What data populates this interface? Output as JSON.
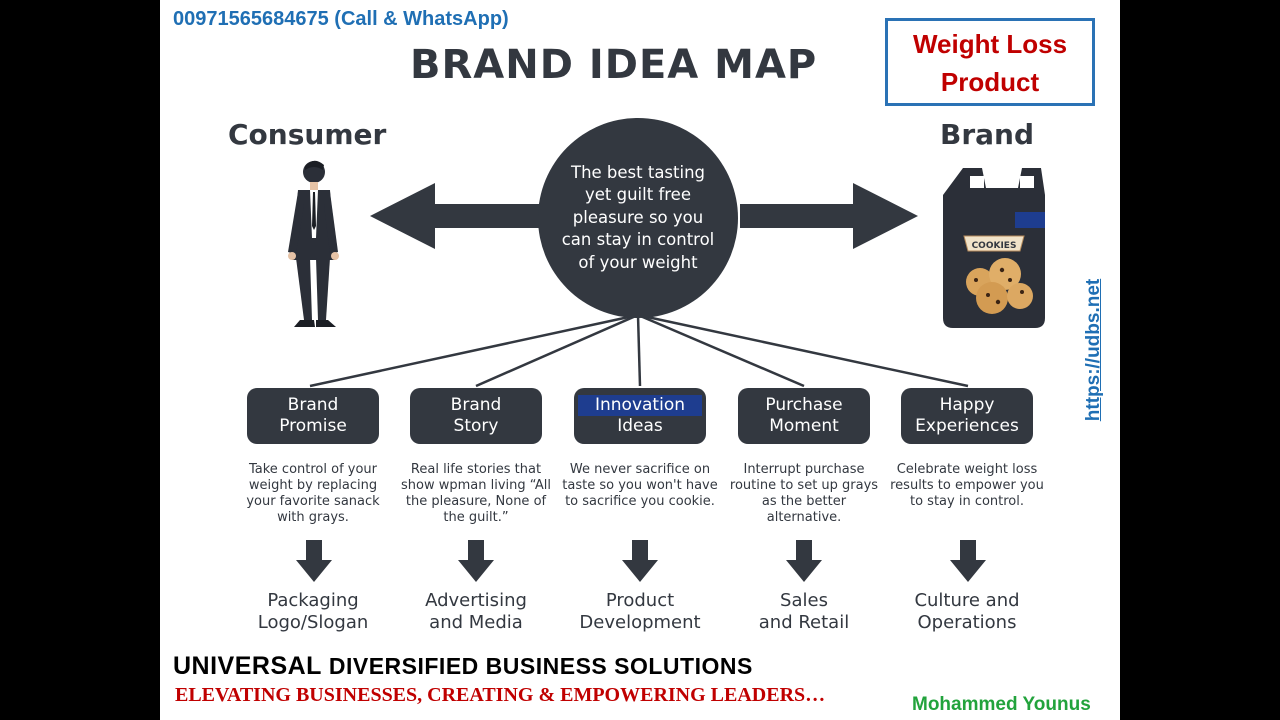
{
  "header": {
    "phone": "00971565684675 (Call & WhatsApp)",
    "title": "BRAND IDEA MAP",
    "product_box": [
      "Weight Loss",
      "Product"
    ]
  },
  "map": {
    "left_label": "Consumer",
    "right_label": "Brand",
    "bag_label": "COOKIES",
    "center_text": "The best tasting yet guilt free pleasure so you can stay in control of your weight",
    "pillars": [
      {
        "title": [
          "Brand",
          "Promise"
        ],
        "description": "Take control of your weight by replacing your favorite sanack with grays.",
        "outcome": [
          "Packaging",
          "Logo/Slogan"
        ]
      },
      {
        "title": [
          "Brand",
          "Story"
        ],
        "description": "Real life stories that show wpman living “All the pleasure, None of the guilt.”",
        "outcome": [
          "Advertising",
          "and Media"
        ]
      },
      {
        "title": [
          "Innovation",
          "Ideas"
        ],
        "description": "We never sacrifice on taste so you won't have to sacrifice you cookie.",
        "outcome": [
          "Product",
          "Development"
        ]
      },
      {
        "title": [
          "Purchase",
          "Moment"
        ],
        "description": "Interrupt purchase routine to set up grays as the better alternative.",
        "outcome": [
          "Sales",
          "and Retail"
        ]
      },
      {
        "title": [
          "Happy",
          "Experiences"
        ],
        "description": "Celebrate weight loss results to empower you to stay in control.",
        "outcome": [
          "Culture and",
          "Operations"
        ]
      }
    ]
  },
  "footer": {
    "company_big": "UNIVERSAL",
    "company_rest": " DIVERSIFIED BUSINESS SOLUTIONS",
    "tagline": "ELEVATING BUSINESSES, CREATING & EMPOWERING LEADERS…",
    "author": "Mohammed Younus",
    "url": "https://udbs.net"
  },
  "colors": {
    "dark": "#333840",
    "accent_blue": "#1f6fb4",
    "highlight_blue": "#1e3d8f",
    "red": "#c00000",
    "green": "#22a33c"
  }
}
